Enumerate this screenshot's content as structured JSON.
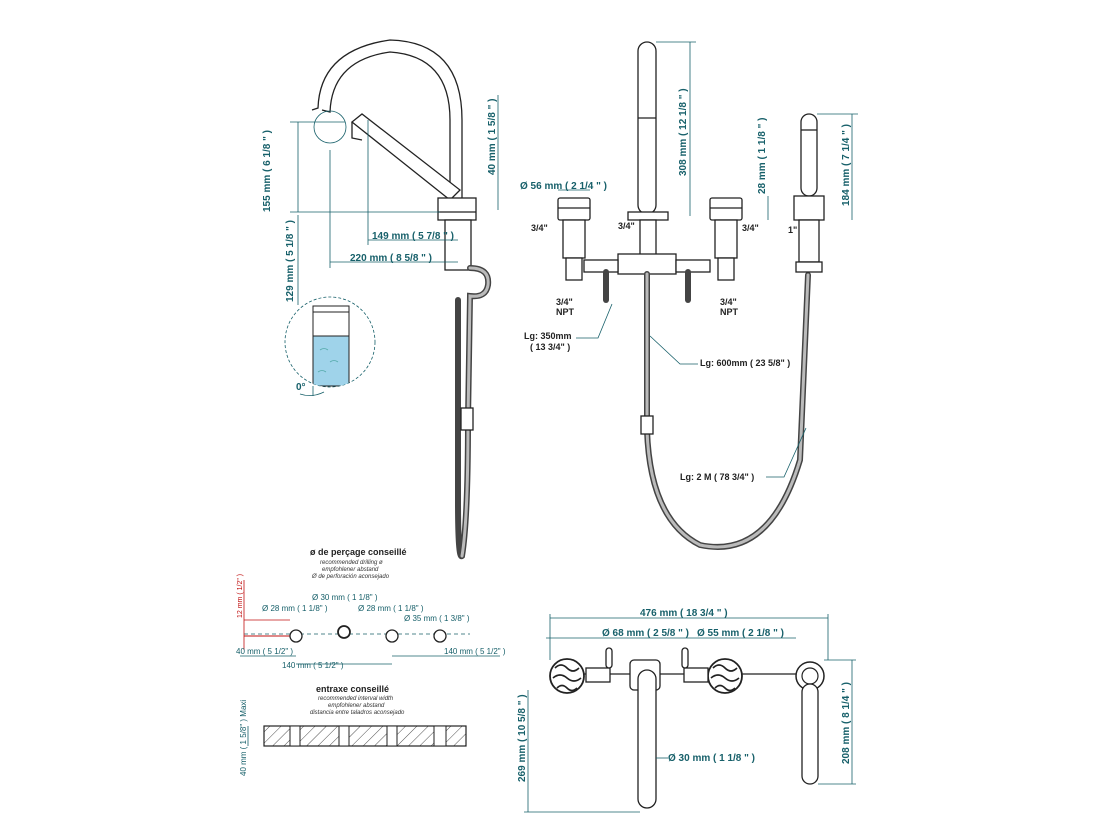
{
  "side_view": {
    "dim_155": "155 mm ( 6 1/8 \" )",
    "dim_40": "40 mm ( 1 5/8 \" )",
    "dim_149": "149 mm ( 5 7/8 \" )",
    "dim_220": "220 mm ( 8 5/8 \" )",
    "dim_129": "129 mm ( 5 1/8 \" )",
    "angle": "0°"
  },
  "front_view": {
    "dim_diam56": "Ø 56 mm ( 2 1/4 \" )",
    "dim_308": "308 mm ( 12 1/8 \" )",
    "dim_28": "28 mm ( 1 1/8 \" )",
    "dim_184": "184 mm ( 7 1/4 \" )",
    "conn_left": "3/4\"",
    "conn_center": "3/4\"",
    "conn_right": "3/4\"",
    "conn_hand": "1\"",
    "npt_left_1": "3/4\"",
    "npt_left_2": "NPT",
    "npt_right_1": "3/4\"",
    "npt_right_2": "NPT",
    "lg_350_1": "Lg: 350mm",
    "lg_350_2": "( 13 3/4\" )",
    "lg_600": "Lg: 600mm  ( 23 5/8\" )",
    "lg_2m": "Lg: 2 M ( 78 3/4\" )"
  },
  "drilling": {
    "title": "ø de perçage conseillé",
    "sub": [
      "recommended drilling ø",
      "empfohlener abstand",
      "Ø de perforación aconsejado"
    ],
    "d30": "Ø 30 mm ( 1 1/8\" )",
    "d28a": "Ø 28 mm ( 1 1/8\" )",
    "d28b": "Ø 28 mm ( 1 1/8\" )",
    "d35": "Ø 35 mm ( 1 3/8\" )",
    "red12": "12 mm ( 1/2\" )",
    "d40": "40 mm ( 5 1/2\" )",
    "d140a": "140 mm ( 5 1/2\" )",
    "d140b": "140 mm ( 5 1/2\" )"
  },
  "interaxis": {
    "title": "entraxe conseillé",
    "sub": [
      "recommended interval width",
      "empfohlener abstand",
      "distancia entre taladros aconsejado"
    ],
    "dim_40max": "40 mm ( 1 5/8\" ) Maxi"
  },
  "top_view": {
    "dim_476": "476 mm ( 18 3/4 \" )",
    "dim_68": "Ø 68 mm ( 2 5/8 \" )",
    "dim_55": "Ø 55 mm ( 2 1/8 \" )",
    "dim_269": "269 mm ( 10 5/8 \" )",
    "dim_30": "Ø 30 mm ( 1 1/8 \" )",
    "dim_208": "208 mm ( 8 1/4 \" )"
  },
  "colors": {
    "dimension": "#17606a",
    "outline": "#222222",
    "water": "#9fd3ea",
    "red_dim": "#c01010"
  }
}
